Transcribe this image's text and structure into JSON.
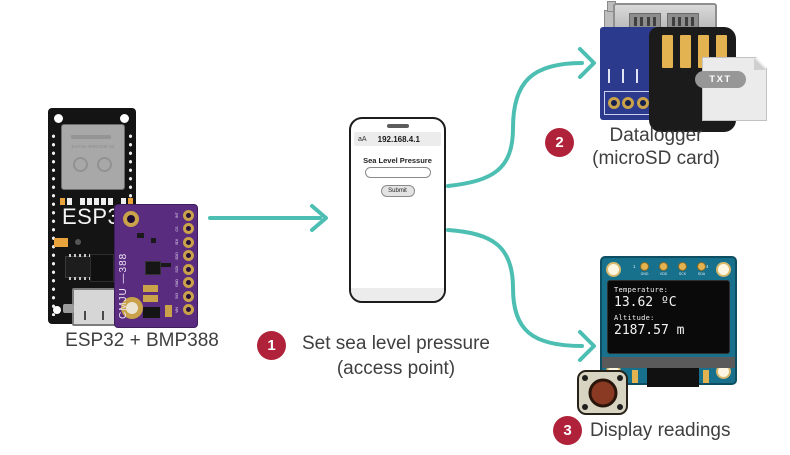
{
  "colors": {
    "arrow": "#4dbfb2",
    "step_badge": "#b02239",
    "caption_text": "#3f3f3f",
    "esp32_board": "#141414",
    "bmp388_board": "#5a2c80",
    "sd_pcb": "#2c3a8e",
    "oled_pcb": "#17718d",
    "gold": "#e3b352"
  },
  "esp32_group": {
    "caption": "ESP32 + BMP388",
    "board_label": "ESP32",
    "module_label": "ESP32-WROOM-32",
    "sensor_silk": "CMJU —388",
    "sensor_pins": [
      "INT",
      "CS",
      "SDI",
      "SDO",
      "SCK",
      "GND",
      "3V3",
      "VIN"
    ]
  },
  "phone": {
    "status_icon": "aA",
    "url": "192.168.4.1",
    "form_label": "Sea Level Pressure",
    "input_value": "",
    "submit_label": "Submit"
  },
  "steps": [
    {
      "number": "1",
      "line1": "Set sea level pressure",
      "line2": "(access point)"
    },
    {
      "number": "2",
      "line1": "Datalogger",
      "line2": "(microSD card)"
    },
    {
      "number": "3",
      "line1": "Display readings",
      "line2": ""
    }
  ],
  "datalogger": {
    "file_badge": "TXT"
  },
  "oled": {
    "pin_first": "1",
    "pin_last": "4",
    "pins": [
      "GND",
      "VDD",
      "SCK",
      "SDA"
    ],
    "line1_label": "Temperature:",
    "line1_value": "13.62 ºC",
    "line2_label": "Altitude:",
    "line2_value": "2187.57 m"
  }
}
